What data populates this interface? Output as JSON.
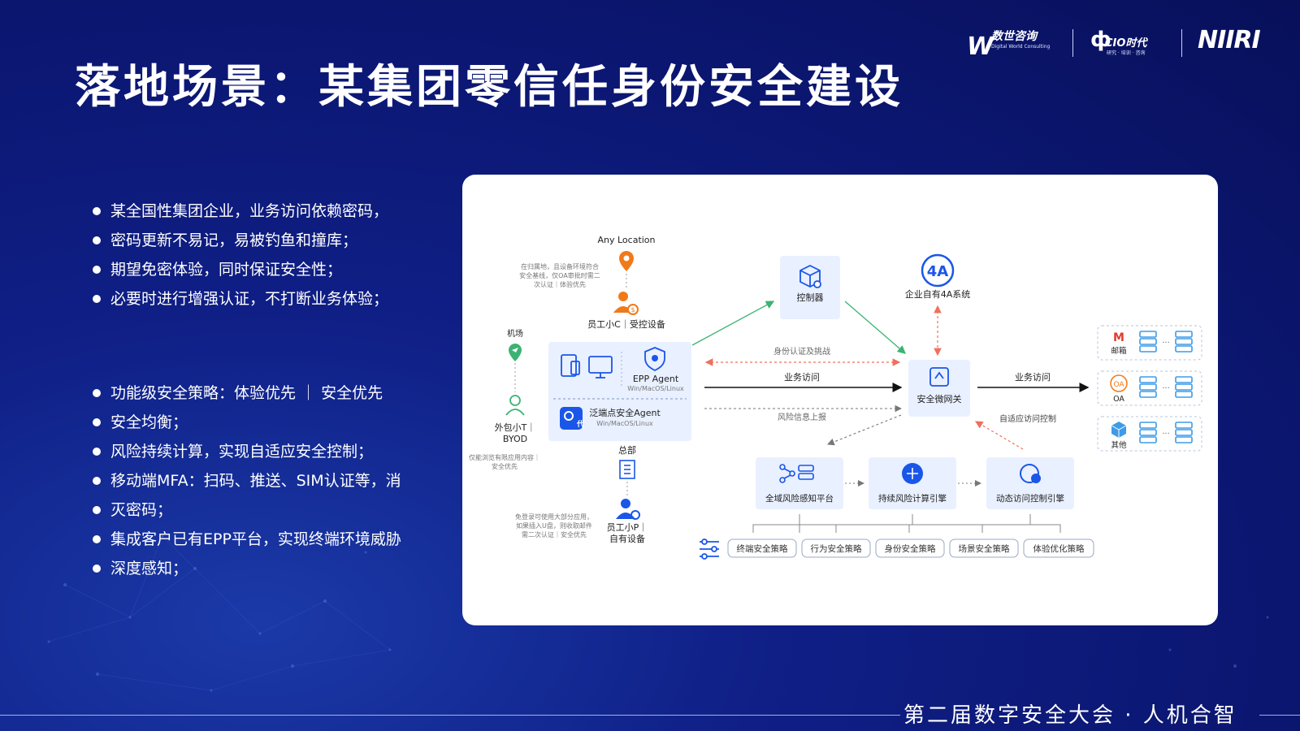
{
  "slide": {
    "title": "落地场景：某集团零信任身份安全建设",
    "footer": "第二届数字安全大会 · 人机合智"
  },
  "logos": {
    "dw": {
      "main": "数世咨询",
      "sub": "Digital World Consulting"
    },
    "cio": {
      "main": "CIO时代",
      "sub": "研究 · 培训 · 咨询"
    },
    "niiri": {
      "main": "NIIRI"
    }
  },
  "bullets_top": [
    "某全国性集团企业，业务访问依赖密码，",
    "密码更新不易记，易被钓鱼和撞库；",
    "期望免密体验，同时保证安全性；",
    "必要时进行增强认证，不打断业务体验；"
  ],
  "bullets_bottom": [
    "功能级安全策略：体验优先 ｜ 安全优先",
    "安全均衡；",
    "风险持续计算，实现自适应安全控制；",
    "移动端MFA：扫码、推送、SIM认证等，消",
    "灭密码；",
    "集成客户已有EPP平台，实现终端环境威胁",
    "深度感知；"
  ],
  "diagram": {
    "any_location": "Any Location",
    "loc_note": [
      "在归属地，且设备环境符合",
      "安全基线，仅OA审批时需二",
      "次认证｜体验优先"
    ],
    "employee_c": "员工小C｜受控设备",
    "airport": "机场",
    "contractor": [
      "外包小T｜",
      "BYOD"
    ],
    "contractor_note": [
      "仅能浏览有限应用内容｜",
      "安全优先"
    ],
    "epp_agent": "EPP Agent",
    "epp_os": "Win/MacOS/Linux",
    "endpoint_agent": "泛端点安全Agent",
    "endpoint_os": "Win/MacOS/Linux",
    "hq": "总部",
    "hq_note": [
      "免登录可使用大部分应用，",
      "如果插入U盘，则收取邮件",
      "需二次认证｜安全优先"
    ],
    "employee_p": [
      "员工小P｜",
      "自有设备"
    ],
    "controller": "控制器",
    "sys_4a_icon": "4A",
    "sys_4a": "企业自有4A系统",
    "auth_challenge": "身份认证及挑战",
    "business_access_left": "业务访问",
    "risk_report": "风险信息上报",
    "gateway": "安全微网关",
    "business_access_right": "业务访问",
    "adaptive_control": "自适应访问控制",
    "risk_perception": "全域风险感知平台",
    "risk_engine": "持续风险计算引擎",
    "access_engine": "动态访问控制引擎",
    "apps": [
      {
        "label": "邮箱",
        "icon": "M"
      },
      {
        "label": "OA",
        "icon": "OA"
      },
      {
        "label": "其他",
        "icon": ""
      }
    ],
    "policies": [
      "终端安全策略",
      "行为安全策略",
      "身份安全策略",
      "场景安全策略",
      "体验优化策略"
    ],
    "colors": {
      "accent": "#1a56e8",
      "orange": "#f07a1a",
      "green": "#3bb372",
      "red_dash": "#f0705a",
      "panel": "#e9f0ff"
    }
  }
}
